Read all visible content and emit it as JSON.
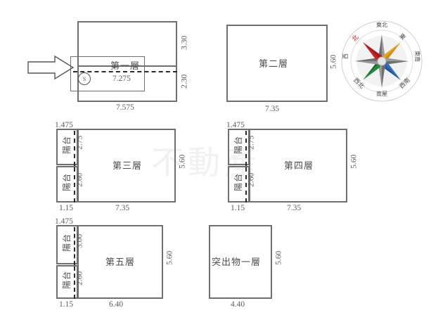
{
  "document": {
    "type": "building-floor-plan-diagram",
    "background_color": "#ffffff",
    "wall_color": "#6f6f6f",
    "text_color": "#5a5a5a",
    "dash_color": "#2b2b2b"
  },
  "watermark": {
    "text": "不動產"
  },
  "entry_arrow": {
    "name": "entrance-direction-arrow",
    "direction": "right"
  },
  "compass": {
    "name": "compass-rose",
    "north_color": "#cc2222",
    "label_color": "#4a4a4a",
    "directions": [
      {
        "key": "n",
        "label": "北",
        "angle": -45
      },
      {
        "key": "ne",
        "label": "東北",
        "angle": 0
      },
      {
        "key": "e",
        "label": "東",
        "angle": 45
      },
      {
        "key": "se",
        "label": "東南",
        "angle": 90
      },
      {
        "key": "s",
        "label": "南屋",
        "angle": 135
      },
      {
        "key": "sw",
        "label": "西南",
        "angle": 180
      },
      {
        "key": "w",
        "label": "西",
        "angle": 225
      },
      {
        "key": "nw",
        "label": "西北",
        "angle": 270
      }
    ],
    "star_colors": [
      "#cc2222",
      "#e8a317",
      "#2f6fc4",
      "#1f8a3d",
      "#8a8a8a",
      "#6b6b6b",
      "#9a9a9a",
      "#7a7a7a"
    ]
  },
  "floors": [
    {
      "id": "floor-1",
      "name": "第一層",
      "inner_dim": "7.275",
      "bottom_dim": "7.575",
      "right_dim_top": "3.30",
      "right_dim_bottom": "2.30",
      "marker": "S"
    },
    {
      "id": "floor-2",
      "name": "第二層",
      "bottom_dim": "7.35",
      "right_dim": "5.60"
    },
    {
      "id": "floor-3",
      "name": "第三層",
      "balcony_label": "陽台",
      "top_dim": "1.475",
      "balcony_dim_top": "2.75",
      "balcony_dim_bottom": "2.60",
      "bottom_dim_left": "1.15",
      "bottom_dim_right": "7.35",
      "right_dim": "5.60"
    },
    {
      "id": "floor-4",
      "name": "第四層",
      "balcony_label": "陽台",
      "top_dim": "1.475",
      "balcony_dim_top": "2.75",
      "balcony_dim_bottom": "2.60",
      "bottom_dim_left": "1.15",
      "bottom_dim_right": "7.35",
      "right_dim": "5.60"
    },
    {
      "id": "floor-5",
      "name": "第五層",
      "balcony_label": "陽台",
      "top_dim": "1.475",
      "balcony_dim_top": "3.00",
      "balcony_dim_bottom": "2.60",
      "bottom_dim_left": "1.15",
      "bottom_dim_right": "6.40",
      "right_dim": "5.60"
    },
    {
      "id": "protrusion-1",
      "name": "突出物一層",
      "bottom_dim": "4.40",
      "right_dim": "5.60"
    }
  ]
}
